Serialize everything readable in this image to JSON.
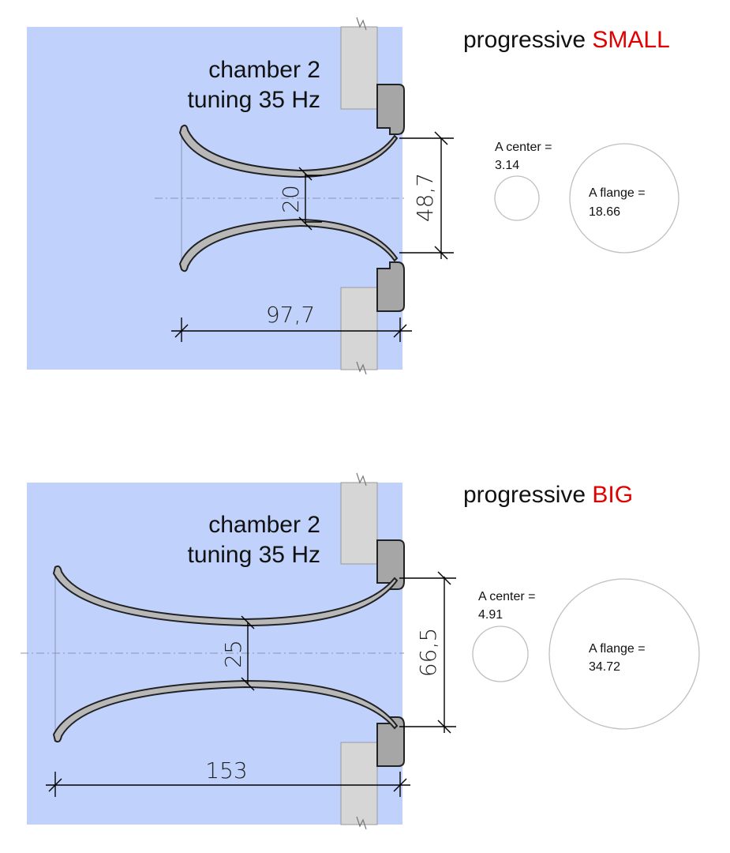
{
  "panels": [
    {
      "title_main": "progressive ",
      "title_accent": "SMALL",
      "chamber_line1": "chamber 2",
      "chamber_line2": "tuning 35 Hz",
      "dim_length": "97,7",
      "dim_center": "20",
      "dim_flange": "48,7",
      "a_center_label": "A center =",
      "a_center_value": "3.14",
      "a_flange_label": "A flange =",
      "a_flange_value": "18.66"
    },
    {
      "title_main": "progressive ",
      "title_accent": "BIG",
      "chamber_line1": "chamber 2",
      "chamber_line2": "tuning 35 Hz",
      "dim_length": "153",
      "dim_center": "25",
      "dim_flange": "66,5",
      "a_center_label": "A center =",
      "a_center_value": "4.91",
      "a_flange_label": "A flange =",
      "a_flange_value": "34.72"
    }
  ],
  "colors": {
    "chamber_fill": "#c0d2fb",
    "accent": "#e00000",
    "pipe": "#b8b8b8",
    "wall": "#d6d6d6"
  }
}
